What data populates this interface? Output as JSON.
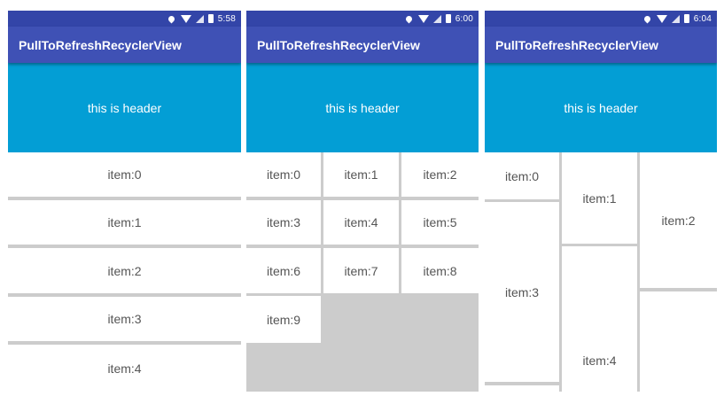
{
  "screens": [
    {
      "layout": "list",
      "status_time": "5:58",
      "title": "PullToRefreshRecyclerView",
      "header_text": "this is header",
      "items": [
        "item:0",
        "item:1",
        "item:2",
        "item:3",
        "item:4"
      ]
    },
    {
      "layout": "grid",
      "status_time": "6:00",
      "title": "PullToRefreshRecyclerView",
      "header_text": "this is header",
      "items": [
        "item:0",
        "item:1",
        "item:2",
        "item:3",
        "item:4",
        "item:5",
        "item:6",
        "item:7",
        "item:8",
        "item:9"
      ]
    },
    {
      "layout": "staggered-grid",
      "status_time": "6:04",
      "title": "PullToRefreshRecyclerView",
      "header_text": "this is header",
      "items": [
        "item:0",
        "item:1",
        "item:2",
        "item:3",
        "item:4"
      ]
    }
  ],
  "colors": {
    "status_bar": "#3345a8",
    "toolbar": "#3f51b5",
    "header": "#039ed5",
    "divider": "#cccccc",
    "item_text": "#555555"
  },
  "icons": [
    "location-icon",
    "wifi-icon",
    "signal-icon",
    "battery-icon"
  ]
}
